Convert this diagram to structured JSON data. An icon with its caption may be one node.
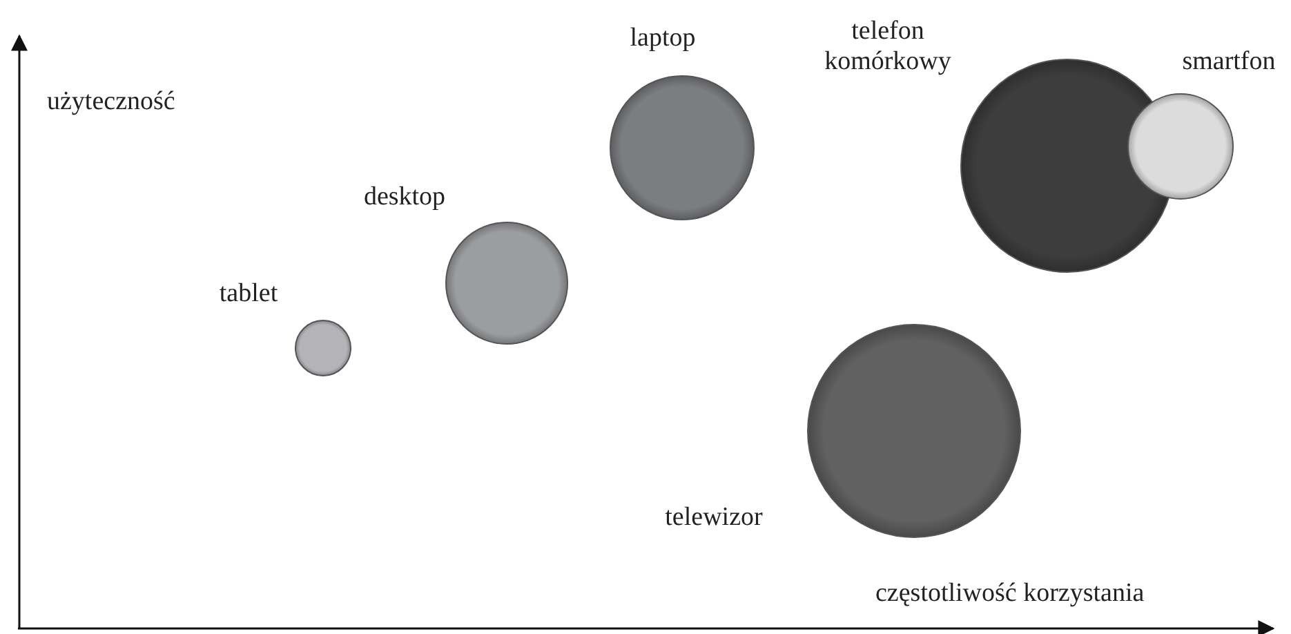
{
  "diagram": {
    "nodes": [
      {
        "text": [],
        "shape": "circle",
        "beside": [
          "tablet"
        ]
      },
      {
        "text": [],
        "shape": "circle",
        "beside": [
          "desktop"
        ]
      },
      {
        "text": [],
        "shape": "circle",
        "beside": [
          "laptop"
        ]
      },
      {
        "text": [],
        "shape": "circle",
        "beside": [
          "telewizor"
        ]
      },
      {
        "text": [],
        "shape": "circle",
        "beside": [
          "telefon komórkowy"
        ]
      },
      {
        "text": [],
        "shape": "circle",
        "beside": [
          "smartfon"
        ]
      }
    ],
    "edges": [],
    "labels": [
      "użyteczność",
      "częstotliwość korzystania"
    ]
  }
}
